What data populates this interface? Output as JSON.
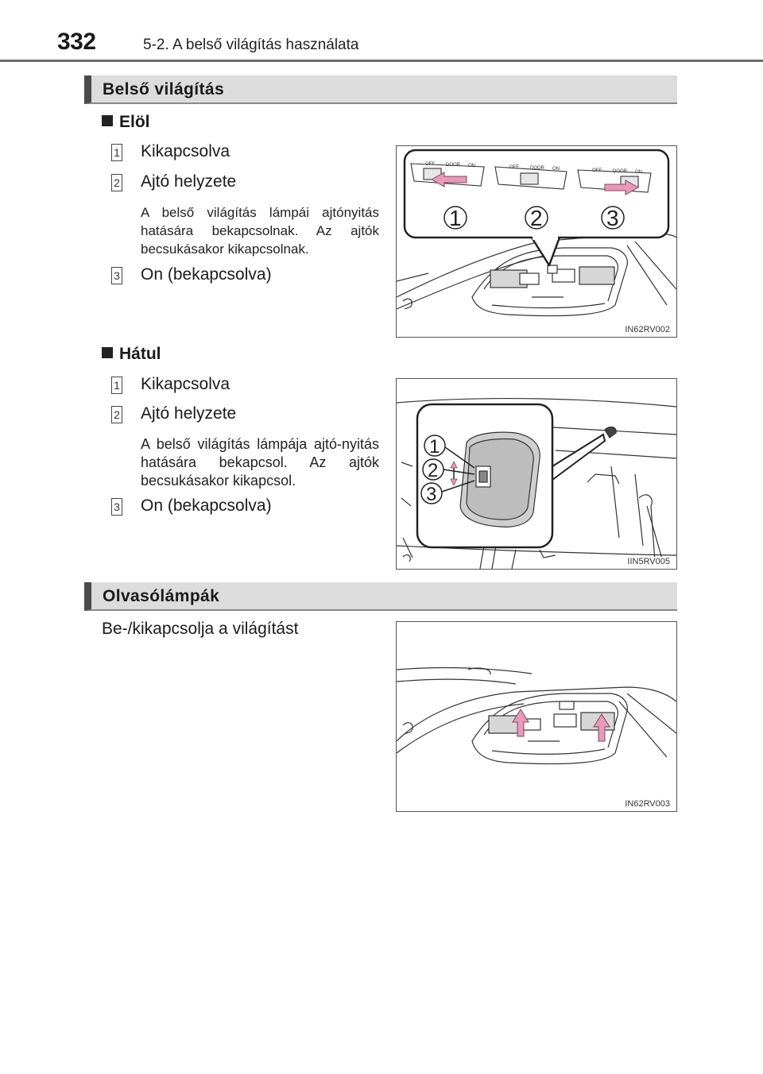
{
  "header": {
    "page_number": "332",
    "running_title": "5-2. A belső világítás használata"
  },
  "section_interior": {
    "title": "Belső világítás",
    "front": {
      "heading": "Elöl",
      "items": [
        {
          "number": "1",
          "label": "Kikapcsolva"
        },
        {
          "number": "2",
          "label": "Ajtó helyzete"
        },
        {
          "number": "3",
          "label": "On (bekapcsolva)"
        }
      ],
      "door_description": "A belső világítás lámpái ajtónyitás hatására bekapcsolnak. Az ajtók becsukásakor kikapcsolnak.",
      "figure": {
        "code": "IN62RV002",
        "callouts": [
          "1",
          "2",
          "3"
        ],
        "switch_labels": [
          "OFF",
          "DOOR",
          "ON"
        ]
      }
    },
    "rear": {
      "heading": "Hátul",
      "items": [
        {
          "number": "1",
          "label": "Kikapcsolva"
        },
        {
          "number": "2",
          "label": "Ajtó helyzete"
        },
        {
          "number": "3",
          "label": "On (bekapcsolva)"
        }
      ],
      "door_description": "A belső világítás lámpája ajtó-nyitás hatására bekapcsol. Az ajtók becsukásakor kikapcsol.",
      "figure": {
        "code": "IIN5RV005",
        "callouts": [
          "1",
          "2",
          "3"
        ]
      }
    }
  },
  "section_reading": {
    "title": "Olvasólámpák",
    "text": "Be-/kikapcsolja a világítást",
    "figure": {
      "code": "IN62RV003"
    }
  },
  "colors": {
    "section_bar_bg": "#dcdcdc",
    "section_bar_accent": "#4a4a4a",
    "arrow_pink": "#e79ab8",
    "header_rule": "#6b6b6b"
  }
}
